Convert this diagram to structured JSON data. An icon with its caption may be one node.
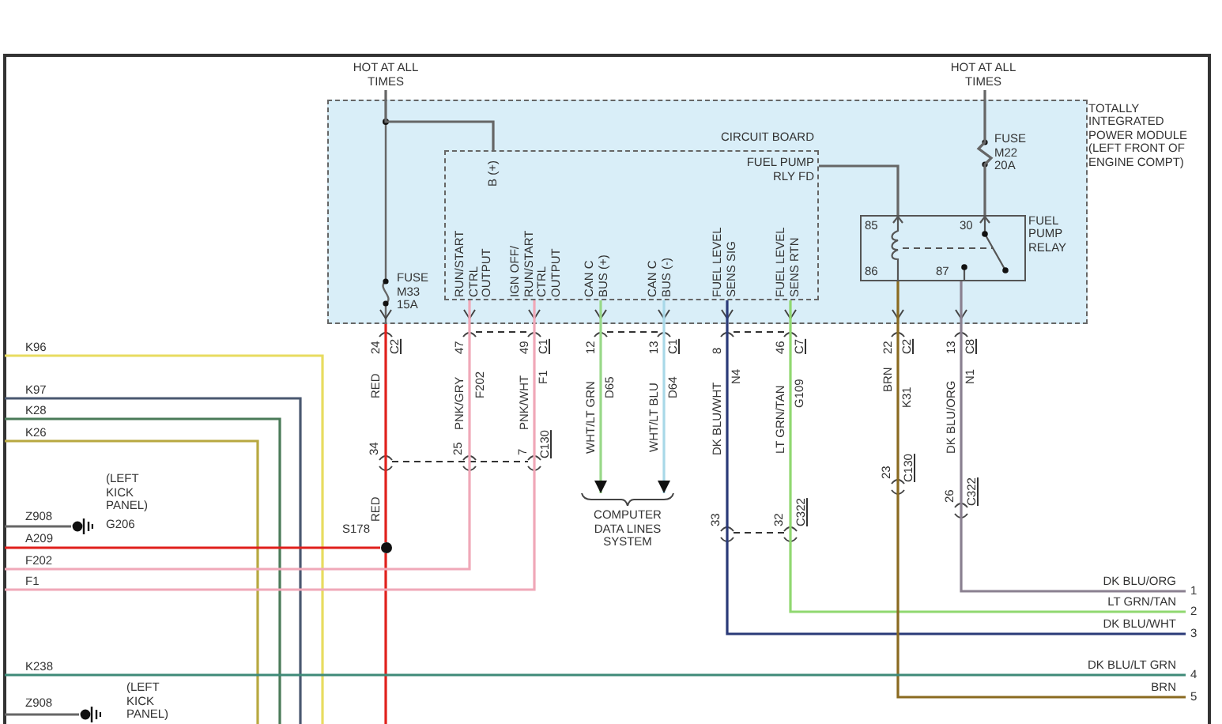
{
  "diagram": {
    "nodes": [
      {
        "text": [
          "TOTALLY INTEGRATED POWER MODULE (LEFT FRONT OF ENGINE COMPT)"
        ]
      },
      {
        "text": [
          "CIRCUIT BOARD"
        ],
        "in": 0
      },
      {
        "text": [
          "FUEL PUMP RELAY"
        ],
        "in": 0
      },
      {
        "text": [
          "COMPUTER DATA LINES SYSTEM"
        ]
      },
      {
        "text": [
          "S178"
        ]
      },
      {
        "text": [
          "(LEFT KICK PANEL)",
          "G206"
        ]
      },
      {
        "text": [
          "(LEFT KICK PANEL)"
        ]
      },
      {
        "text": [
          "1"
        ]
      },
      {
        "text": [
          "2"
        ]
      },
      {
        "text": [
          "3"
        ]
      },
      {
        "text": [
          "4"
        ]
      },
      {
        "text": [
          "5"
        ]
      },
      {
        "text": [
          "HOT AT ALL TIMES"
        ]
      },
      {
        "text": [
          "HOT AT ALL TIMES"
        ]
      }
    ],
    "edges": [
      {
        "from": 12,
        "to": 1,
        "arrow": "none",
        "color": "#666666"
      },
      {
        "from": 13,
        "to": 2,
        "arrow": "none",
        "color": "#666666"
      },
      {
        "from": 1,
        "to": 2,
        "arrow": "none",
        "color": "#666666"
      },
      {
        "from": 0,
        "to": 4,
        "arrow": "none",
        "color": "#e0201c"
      },
      {
        "from": 4,
        "to": null,
        "arrow": "none",
        "color": "#e0201c"
      },
      {
        "from": 4,
        "to": null,
        "arrow": "none",
        "color": "#e0201c"
      },
      {
        "from": 1,
        "to": null,
        "arrow": "none",
        "color": "#f0a8b8"
      },
      {
        "from": 1,
        "to": null,
        "arrow": "none",
        "color": "#f0a8b8"
      },
      {
        "from": 1,
        "to": 3,
        "arrow": "to",
        "color": "#98d888"
      },
      {
        "from": 1,
        "to": 3,
        "arrow": "to",
        "color": "#a8d8e8"
      },
      {
        "from": 1,
        "to": 9,
        "arrow": "none",
        "color": "#2a3a78"
      },
      {
        "from": 1,
        "to": 8,
        "arrow": "none",
        "color": "#90d870"
      },
      {
        "from": 2,
        "to": 11,
        "arrow": "none",
        "color": "#8a6a20"
      },
      {
        "from": 2,
        "to": 7,
        "arrow": "none",
        "color": "#8a8090"
      },
      {
        "from": null,
        "to": 5,
        "arrow": "none",
        "color": "#666666"
      },
      {
        "from": null,
        "to": 6,
        "arrow": "none",
        "color": "#666666"
      },
      {
        "from": null,
        "to": 10,
        "arrow": "none",
        "color": "#3f8a78"
      }
    ],
    "labels": [
      "FUSE M22 20A",
      "FUSE M33 15A",
      "B (+)",
      "FUEL PUMP RLY FD",
      "RUN/START CTRL OUTPUT",
      "IGN OFF/ RUN/START CTRL OUTPUT",
      "CAN C BUS (+)",
      "CAN C BUS (-)",
      "FUEL LEVEL SENS SIG",
      "FUEL LEVEL SENS RTN",
      "85",
      "30",
      "86",
      "87",
      "24",
      "C2",
      "47",
      "49",
      "C1",
      "12",
      "13",
      "C1",
      "8",
      "46",
      "C7",
      "22",
      "C2",
      "13",
      "C8",
      "RED",
      "PNK/GRY",
      "F202",
      "PNK/WHT",
      "F1",
      "WHT/LT GRN",
      "D65",
      "WHT/LT BLU",
      "D64",
      "DK BLU/WHT",
      "N4",
      "LT GRN/TAN",
      "G109",
      "BRN",
      "K31",
      "DK BLU/ORG",
      "N1",
      "34",
      "25",
      "7",
      "C130",
      "RED",
      "23",
      "C130",
      "26",
      "C322",
      "33",
      "32",
      "C322",
      "K96",
      "K97",
      "K28",
      "K26",
      "Z908",
      "A209",
      "F202",
      "F1",
      "K238",
      "Z908",
      "DK BLU/ORG",
      "LT GRN/TAN",
      "DK BLU/WHT",
      "DK BLU/LT GRN",
      "BRN"
    ]
  }
}
